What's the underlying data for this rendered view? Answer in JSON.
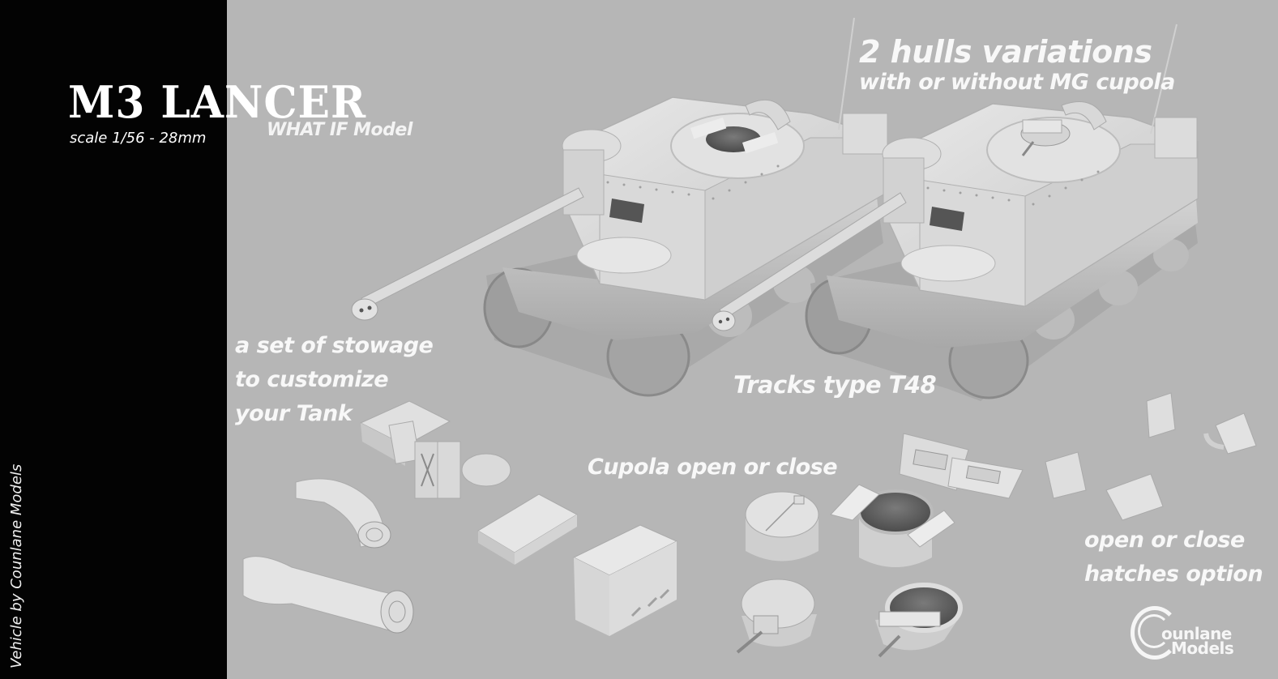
{
  "colors": {
    "sidebar": "#030303",
    "background": "#b6b6b6",
    "text": "#ffffff",
    "model_light": "#e4e4e4",
    "model_mid": "#cfcfcf",
    "model_shadow": "#9a9a9a"
  },
  "header": {
    "title": "M3 LANCER",
    "scale": "scale 1/56 - 28mm",
    "what_if": "WHAT IF Model"
  },
  "sidebar": {
    "credit": "Vehicle by Counlane Models"
  },
  "callouts": {
    "hulls_main": "2 hulls variations",
    "hulls_sub": "with or without MG cupola",
    "stowage_lines": [
      "a set of stowage",
      "to customize",
      "your Tank"
    ],
    "tracks": "Tracks type T48",
    "cupola": "Cupola open or close",
    "hatches_lines": [
      "open or close",
      "hatches option"
    ]
  },
  "logo": {
    "line1": "ounlane",
    "line2": "Models",
    "initial": "C"
  },
  "illustrations": {
    "tanks": [
      "tank-without-mg-cupola",
      "tank-with-mg-cupola"
    ],
    "parts": [
      "stowage-crate-bundle",
      "bedroll-curved",
      "bedroll-straight",
      "ammo-box-flat",
      "ammo-box-tall",
      "cupola-closed",
      "cupola-open",
      "mg-cupola-closed",
      "mg-cupola-open",
      "hatch-pair",
      "small-hatches"
    ]
  }
}
